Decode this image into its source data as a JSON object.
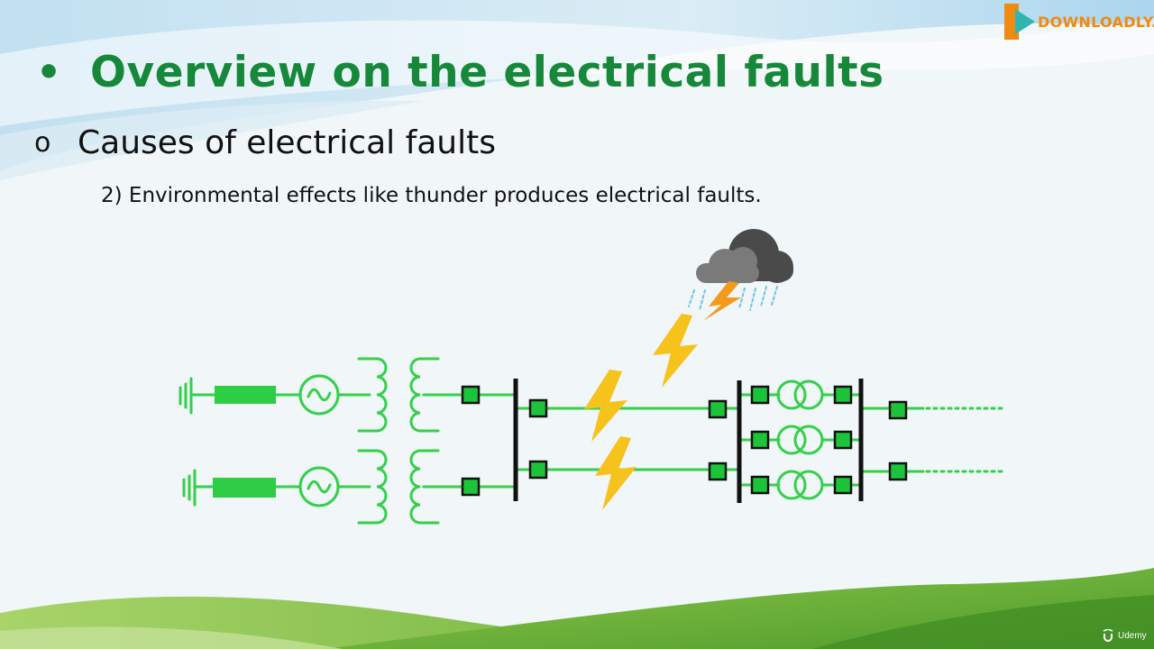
{
  "slide": {
    "title_bullet": "•",
    "title": "Overview on the electrical faults",
    "subheading_marker": "o",
    "subheading": "Causes of electrical faults",
    "point": "2) Environmental effects like thunder produces electrical faults."
  },
  "watermark": {
    "logo_text": "DOWNLOADLY.IR",
    "platform_text": "Udemy"
  },
  "colors": {
    "title_green": "#17873a",
    "line_green": "#33d04a",
    "breaker_green": "#1cc43a",
    "bus_black": "#111111",
    "bolt_yellow": "#f6c21c",
    "cloud_gray": "#6e6e6e",
    "rain_blue": "#6fc3e8",
    "hill_green": "#5aa62e",
    "logo_orange": "#f08a10"
  },
  "icons": [
    "ground-icon",
    "generator-icon",
    "transformer-icon",
    "circuit-breaker-icon",
    "busbar-icon",
    "lightning-bolt-icon",
    "storm-cloud-icon",
    "download-logo-icon",
    "udemy-logo-icon"
  ]
}
